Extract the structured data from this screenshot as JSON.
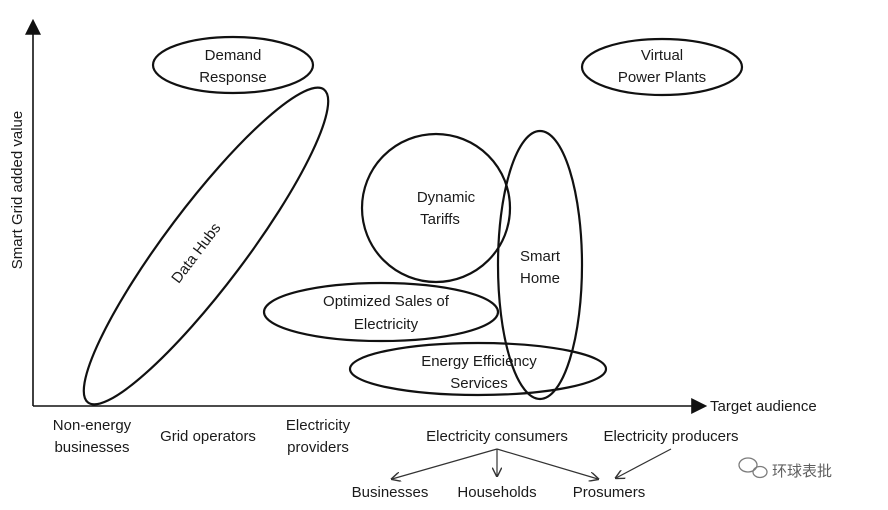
{
  "diagram": {
    "y_axis_label": "Smart Grid added value",
    "x_axis_label": "Target audience",
    "bubbles": {
      "demand_response": [
        "Demand",
        "Response"
      ],
      "virtual_power_plants": [
        "Virtual",
        "Power Plants"
      ],
      "data_hubs": "Data Hubs",
      "dynamic_tariffs": [
        "Dynamic",
        "Tariffs"
      ],
      "smart_home": [
        "Smart",
        "Home"
      ],
      "optimized_sales": [
        "Optimized Sales of",
        "Electricity"
      ],
      "energy_efficiency": [
        "Energy Efficiency",
        "Services"
      ]
    },
    "audiences": {
      "non_energy": [
        "Non-energy",
        "businesses"
      ],
      "grid_operators": "Grid operators",
      "electricity_providers": [
        "Electricity",
        "providers"
      ],
      "electricity_consumers": "Electricity consumers",
      "electricity_producers": "Electricity producers"
    },
    "sub_audiences": {
      "businesses": "Businesses",
      "households": "Households",
      "prosumers": "Prosumers"
    },
    "watermark": "环球表批"
  }
}
